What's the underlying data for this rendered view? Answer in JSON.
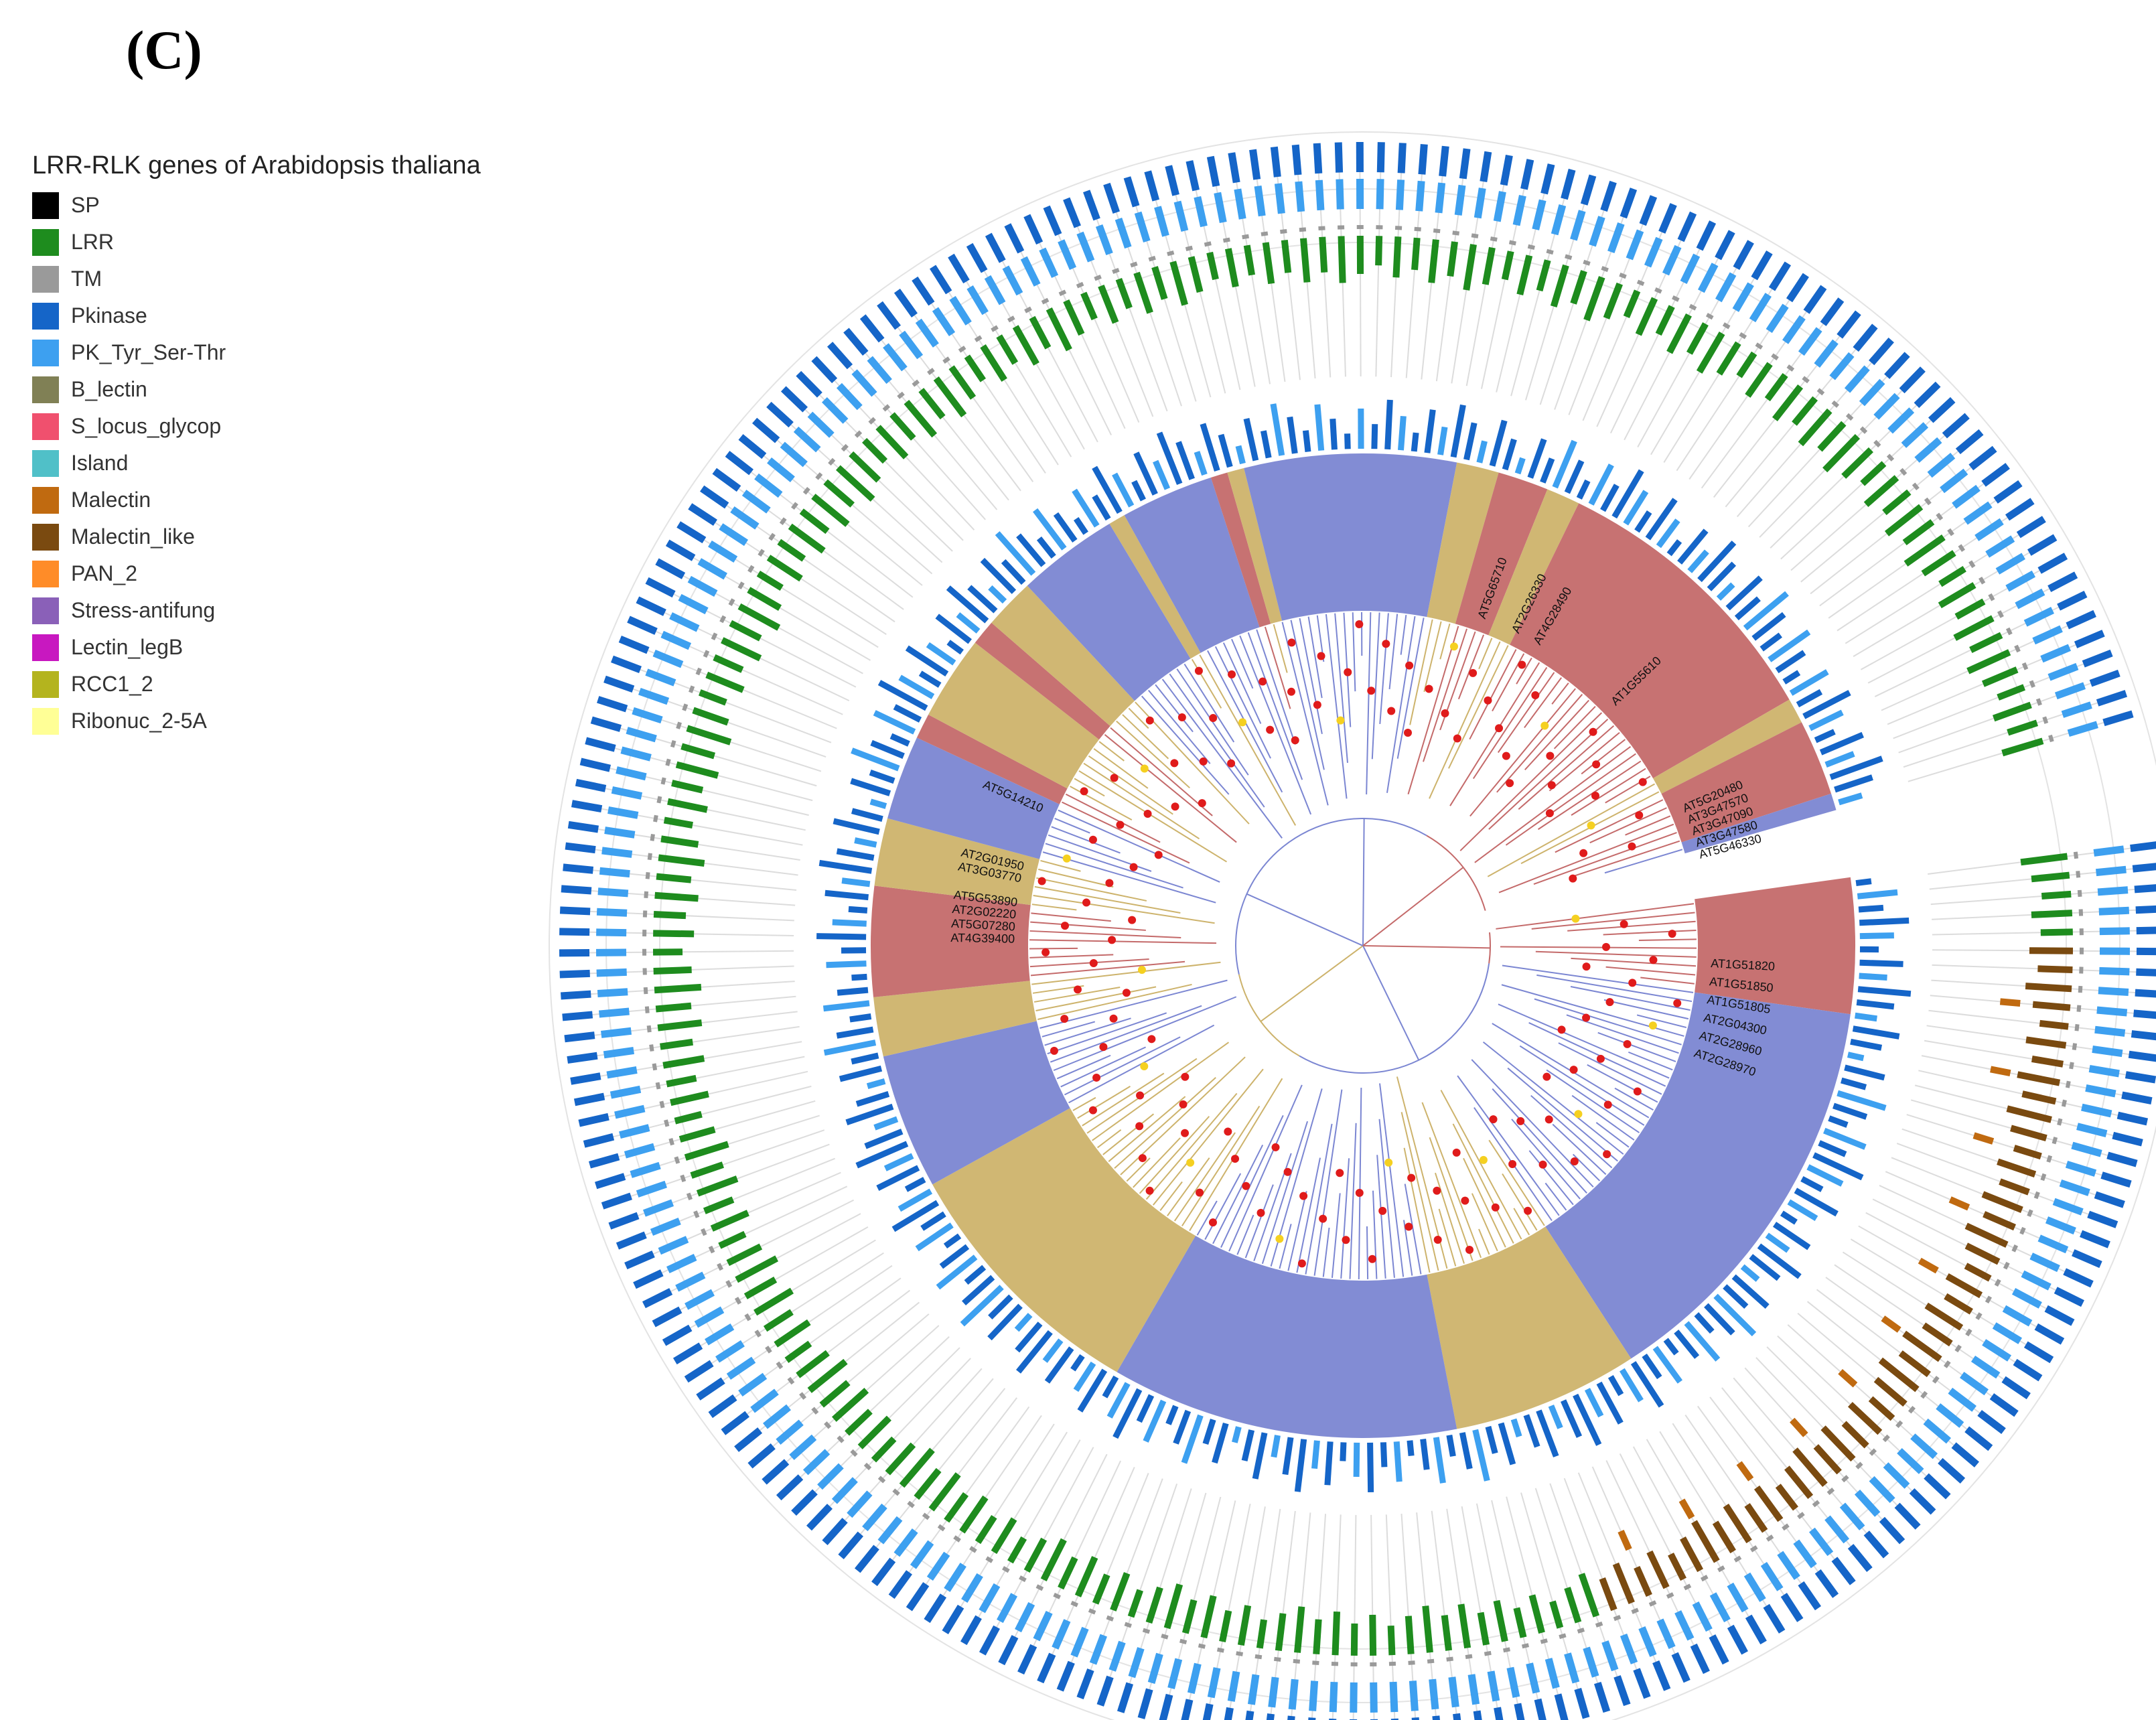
{
  "panel_label": "(C)",
  "legend": {
    "title": "LRR-RLK genes of Arabidopsis thaliana",
    "items": [
      {
        "label": "SP",
        "color": "#000000"
      },
      {
        "label": "LRR",
        "color": "#1e8c1e"
      },
      {
        "label": "TM",
        "color": "#9a9a9a"
      },
      {
        "label": "Pkinase",
        "color": "#1565c8"
      },
      {
        "label": "PK_Tyr_Ser-Thr",
        "color": "#3da0f0"
      },
      {
        "label": "B_lectin",
        "color": "#808055"
      },
      {
        "label": "S_locus_glycop",
        "color": "#f0506e"
      },
      {
        "label": "Island",
        "color": "#50c0c8"
      },
      {
        "label": "Malectin",
        "color": "#c06a10"
      },
      {
        "label": "Malectin_like",
        "color": "#7a4a10"
      },
      {
        "label": "PAN_2",
        "color": "#ff8c28"
      },
      {
        "label": "Stress-antifung",
        "color": "#8a60b8"
      },
      {
        "label": "Lectin_legB",
        "color": "#c818c0"
      },
      {
        "label": "RCC1_2",
        "color": "#b4b41e"
      },
      {
        "label": "Ribonuc_2-5A",
        "color": "#ffff96"
      }
    ]
  },
  "clade_colors": {
    "blue": "#7b86d2",
    "gold": "#cdb36c",
    "red": "#c46a6a"
  },
  "visible_gene_labels": [
    "AT1G51820",
    "AT1G51850",
    "AT1G51805",
    "AT2G04300",
    "AT2G28960",
    "AT2G28970",
    "AT4G39400",
    "AT5G07280",
    "AT2G02220",
    "AT5G53890",
    "AT3G03770",
    "AT2G01950",
    "AT5G20480",
    "AT3G47570",
    "AT3G47090",
    "AT3G47580",
    "AT5G46330",
    "AT5G65710",
    "AT2G26330",
    "AT4G28490",
    "AT5G14210",
    "AT1G55610"
  ]
}
